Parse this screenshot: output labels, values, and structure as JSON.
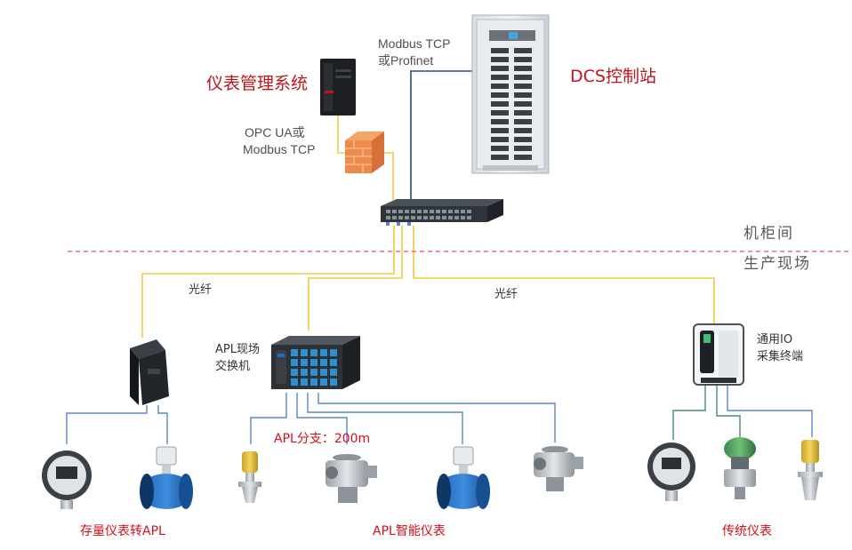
{
  "labels": {
    "mgmt_system": "仪表管理系统",
    "dcs_station": "DCS控制站",
    "opc_line1": "OPC UA或",
    "opc_line2": "Modbus TCP",
    "modbus_line1": "Modbus TCP",
    "modbus_line2": "或Profinet",
    "cabinet_room": "机柜间",
    "production_site": "生产现场",
    "fiber_left": "光纤",
    "fiber_right": "光纤",
    "apl_switch_line1": "APL现场",
    "apl_switch_line2": "交换机",
    "io_terminal_line1": "通用IO",
    "io_terminal_line2": "采集终端",
    "apl_branch": "APL分支：200m",
    "group_left": "存量仪表转APL",
    "group_mid": "APL智能仪表",
    "group_right": "传统仪表"
  },
  "colors": {
    "fiber": "#f5c842",
    "copper": "#5b86c7",
    "teal": "#4a8a7a",
    "network": "#2a4e7a",
    "label_red": "#c0141c",
    "divider": "#d9546a"
  },
  "icons": {
    "server": "tower-server-icon",
    "firewall": "firewall-icon",
    "dcs": "cabinet-icon",
    "switch": "network-switch-icon",
    "apl_switch": "field-switch-icon",
    "io_terminal": "io-terminal-icon",
    "gauge": "pressure-gauge-icon",
    "flowmeter": "flowmeter-icon",
    "level": "radar-level-icon",
    "actuator": "valve-actuator-icon",
    "transmitter": "pressure-transmitter-icon"
  }
}
